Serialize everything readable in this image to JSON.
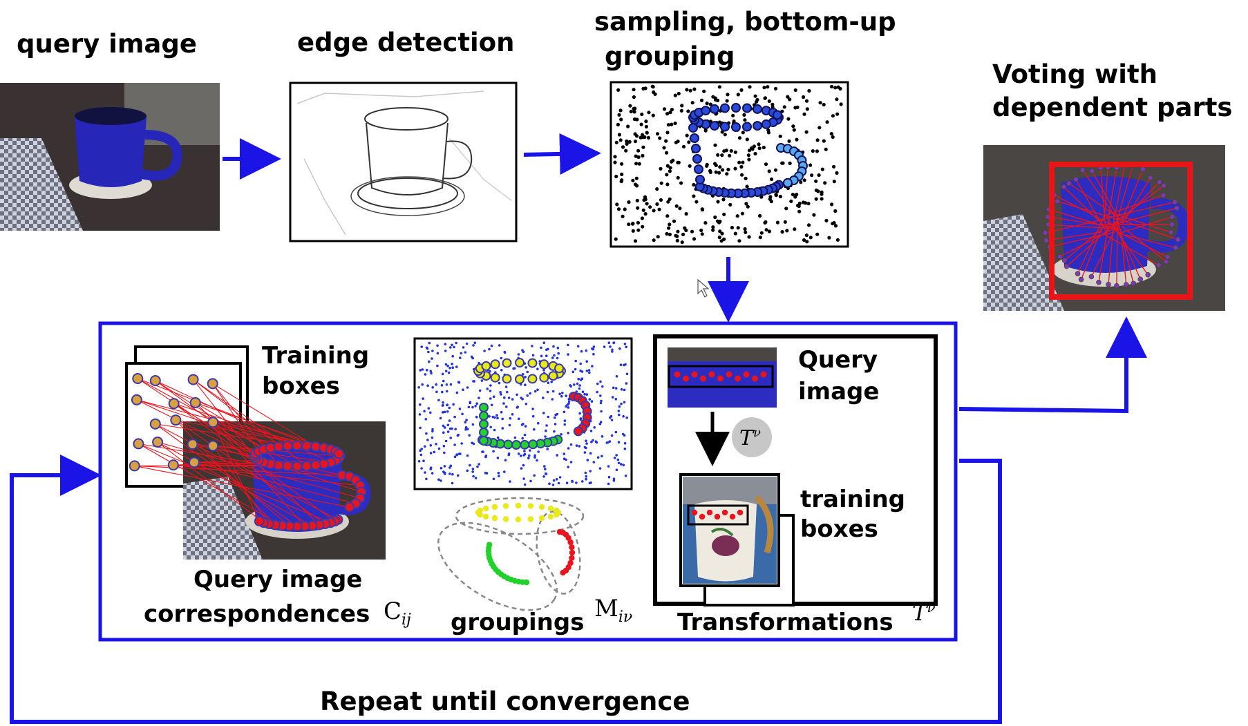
{
  "labels": {
    "query_image": "query image",
    "edge_detection": "edge detection",
    "sampling_line1": "sampling, bottom-up",
    "sampling_line2": "grouping",
    "voting_line1": "Voting with",
    "voting_line2": "dependent parts",
    "training_boxes_line1": "Training",
    "training_boxes_line2": "boxes",
    "query_corr_line1": "Query image",
    "query_corr_line2": "correspondences",
    "corr_symbol": "C",
    "corr_subscript": "ij",
    "groupings": "groupings",
    "groupings_symbol": "M",
    "groupings_subscript": "iν",
    "query_image2_line1": "Query",
    "query_image2_line2": "image",
    "training_boxes2_line1": "training",
    "training_boxes2_line2": "boxes",
    "transform_symbol": "T",
    "transform_superscript": "ν",
    "transformations": "Transformations",
    "repeat": "Repeat until convergence"
  },
  "colors": {
    "arrow_blue": "#1a14e6",
    "frame_blue": "#1a14e6",
    "mug_blue": "#2626b8",
    "point_red": "#e8141e",
    "point_yellow": "#e8e81a",
    "point_green": "#22d22a",
    "vote_box_red": "#e81418"
  }
}
